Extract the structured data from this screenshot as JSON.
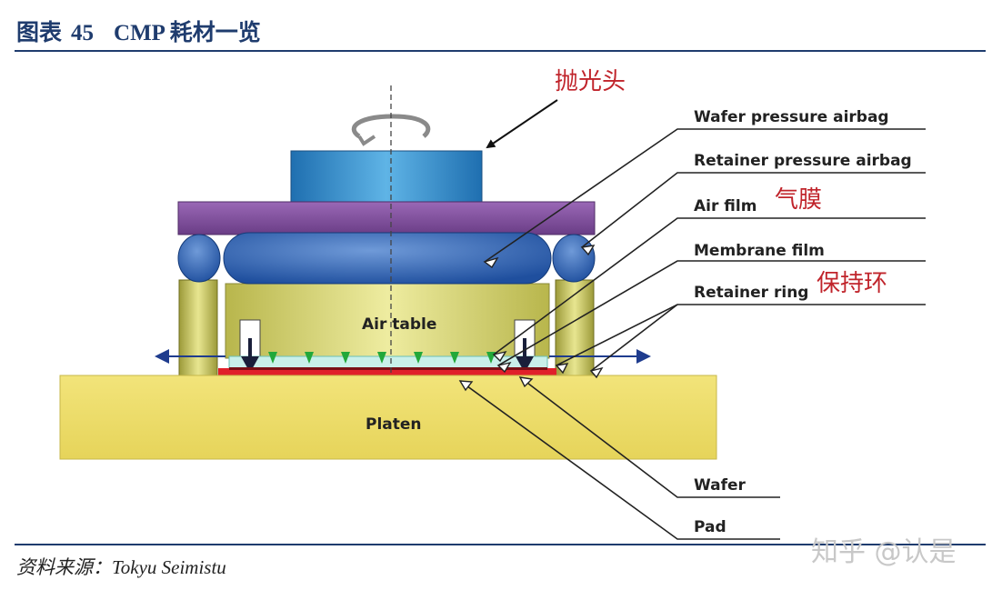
{
  "figure": {
    "label": "图表",
    "number": "45",
    "title": "CMP 耗材一览",
    "source": "资料来源：Tokyu Seimistu",
    "watermark": "知乎 @认是"
  },
  "diagram": {
    "parts": {
      "air_table": "Air table",
      "platen": "Platen"
    },
    "labels": {
      "polishing_head_zh": "抛光头",
      "wafer_pressure_airbag": "Wafer pressure airbag",
      "retainer_pressure_airbag": "Retainer pressure airbag",
      "air_film": "Air film",
      "air_film_zh": "气膜",
      "membrane_film": "Membrane film",
      "retainer_ring": "Retainer ring",
      "retainer_ring_zh": "保持环",
      "wafer": "Wafer",
      "pad": "Pad"
    },
    "colors": {
      "head_top": "#2f8fc7",
      "plate": "#7f4f9a",
      "airbag": "#2d5fae",
      "air_table": "#d8d66a",
      "platen": "#ecdc6a",
      "pad": "#e0202a",
      "annotation_red": "#c0242b",
      "navy": "#1f3c6e"
    }
  }
}
